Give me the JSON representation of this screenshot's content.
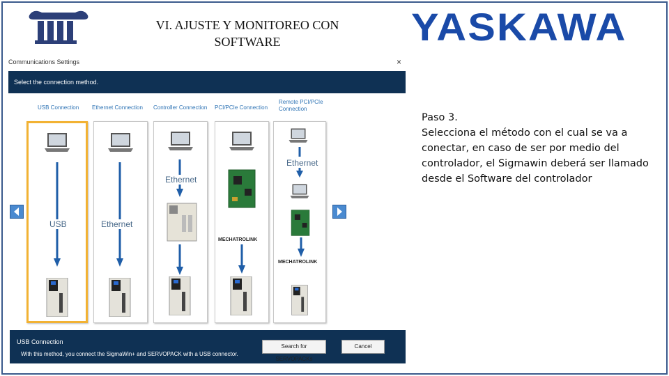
{
  "slide": {
    "title": "VI.  AJUSTE Y MONITOREO CON SOFTWARE",
    "brand": "YASKAWA",
    "step_heading": "Paso 3.",
    "step_body": "Selecciona el método con el cual se va a conectar, en caso de ser por medio del controlador, el Sigmawin deberá ser llamado desde el Software del controlador"
  },
  "dialog": {
    "title": "Communications Settings",
    "close_glyph": "×",
    "header": "Select the connection method.",
    "tabs": [
      {
        "label": "USB Connection"
      },
      {
        "label": "Ethernet Connection"
      },
      {
        "label": "Controller Connection"
      },
      {
        "label": "PCI/PCIe Connection"
      },
      {
        "label": "Remote PCI/PCIe Connection"
      }
    ],
    "panel_labels": {
      "usb": "USB",
      "ethernet": "Ethernet",
      "controller_ethernet": "Ethernet",
      "remote_ethernet": "Ethernet",
      "mechatrolink_a": "MECHATROLINK",
      "mechatrolink_b": "MECHATROLINK"
    },
    "selected_method": "USB Connection",
    "footer": {
      "title": "USB Connection",
      "description": "With this method, you connect the SigmaWin+ and SERVOPACK with a USB connector.",
      "search_button": "Search for SERVOPACKs",
      "cancel_button": "Cancel"
    }
  },
  "icons": [
    "pillar-logo-icon",
    "laptop-icon",
    "servopack-icon",
    "board-icon",
    "arrow-down-icon",
    "arrow-left-icon",
    "arrow-right-icon",
    "close-icon"
  ],
  "colors": {
    "dialog_header": "#0f3154",
    "brand_blue": "#1a4aa8",
    "selected_border": "#f2b233",
    "tab_text": "#2f74b5",
    "arrow_blue": "#1f5ea8"
  }
}
